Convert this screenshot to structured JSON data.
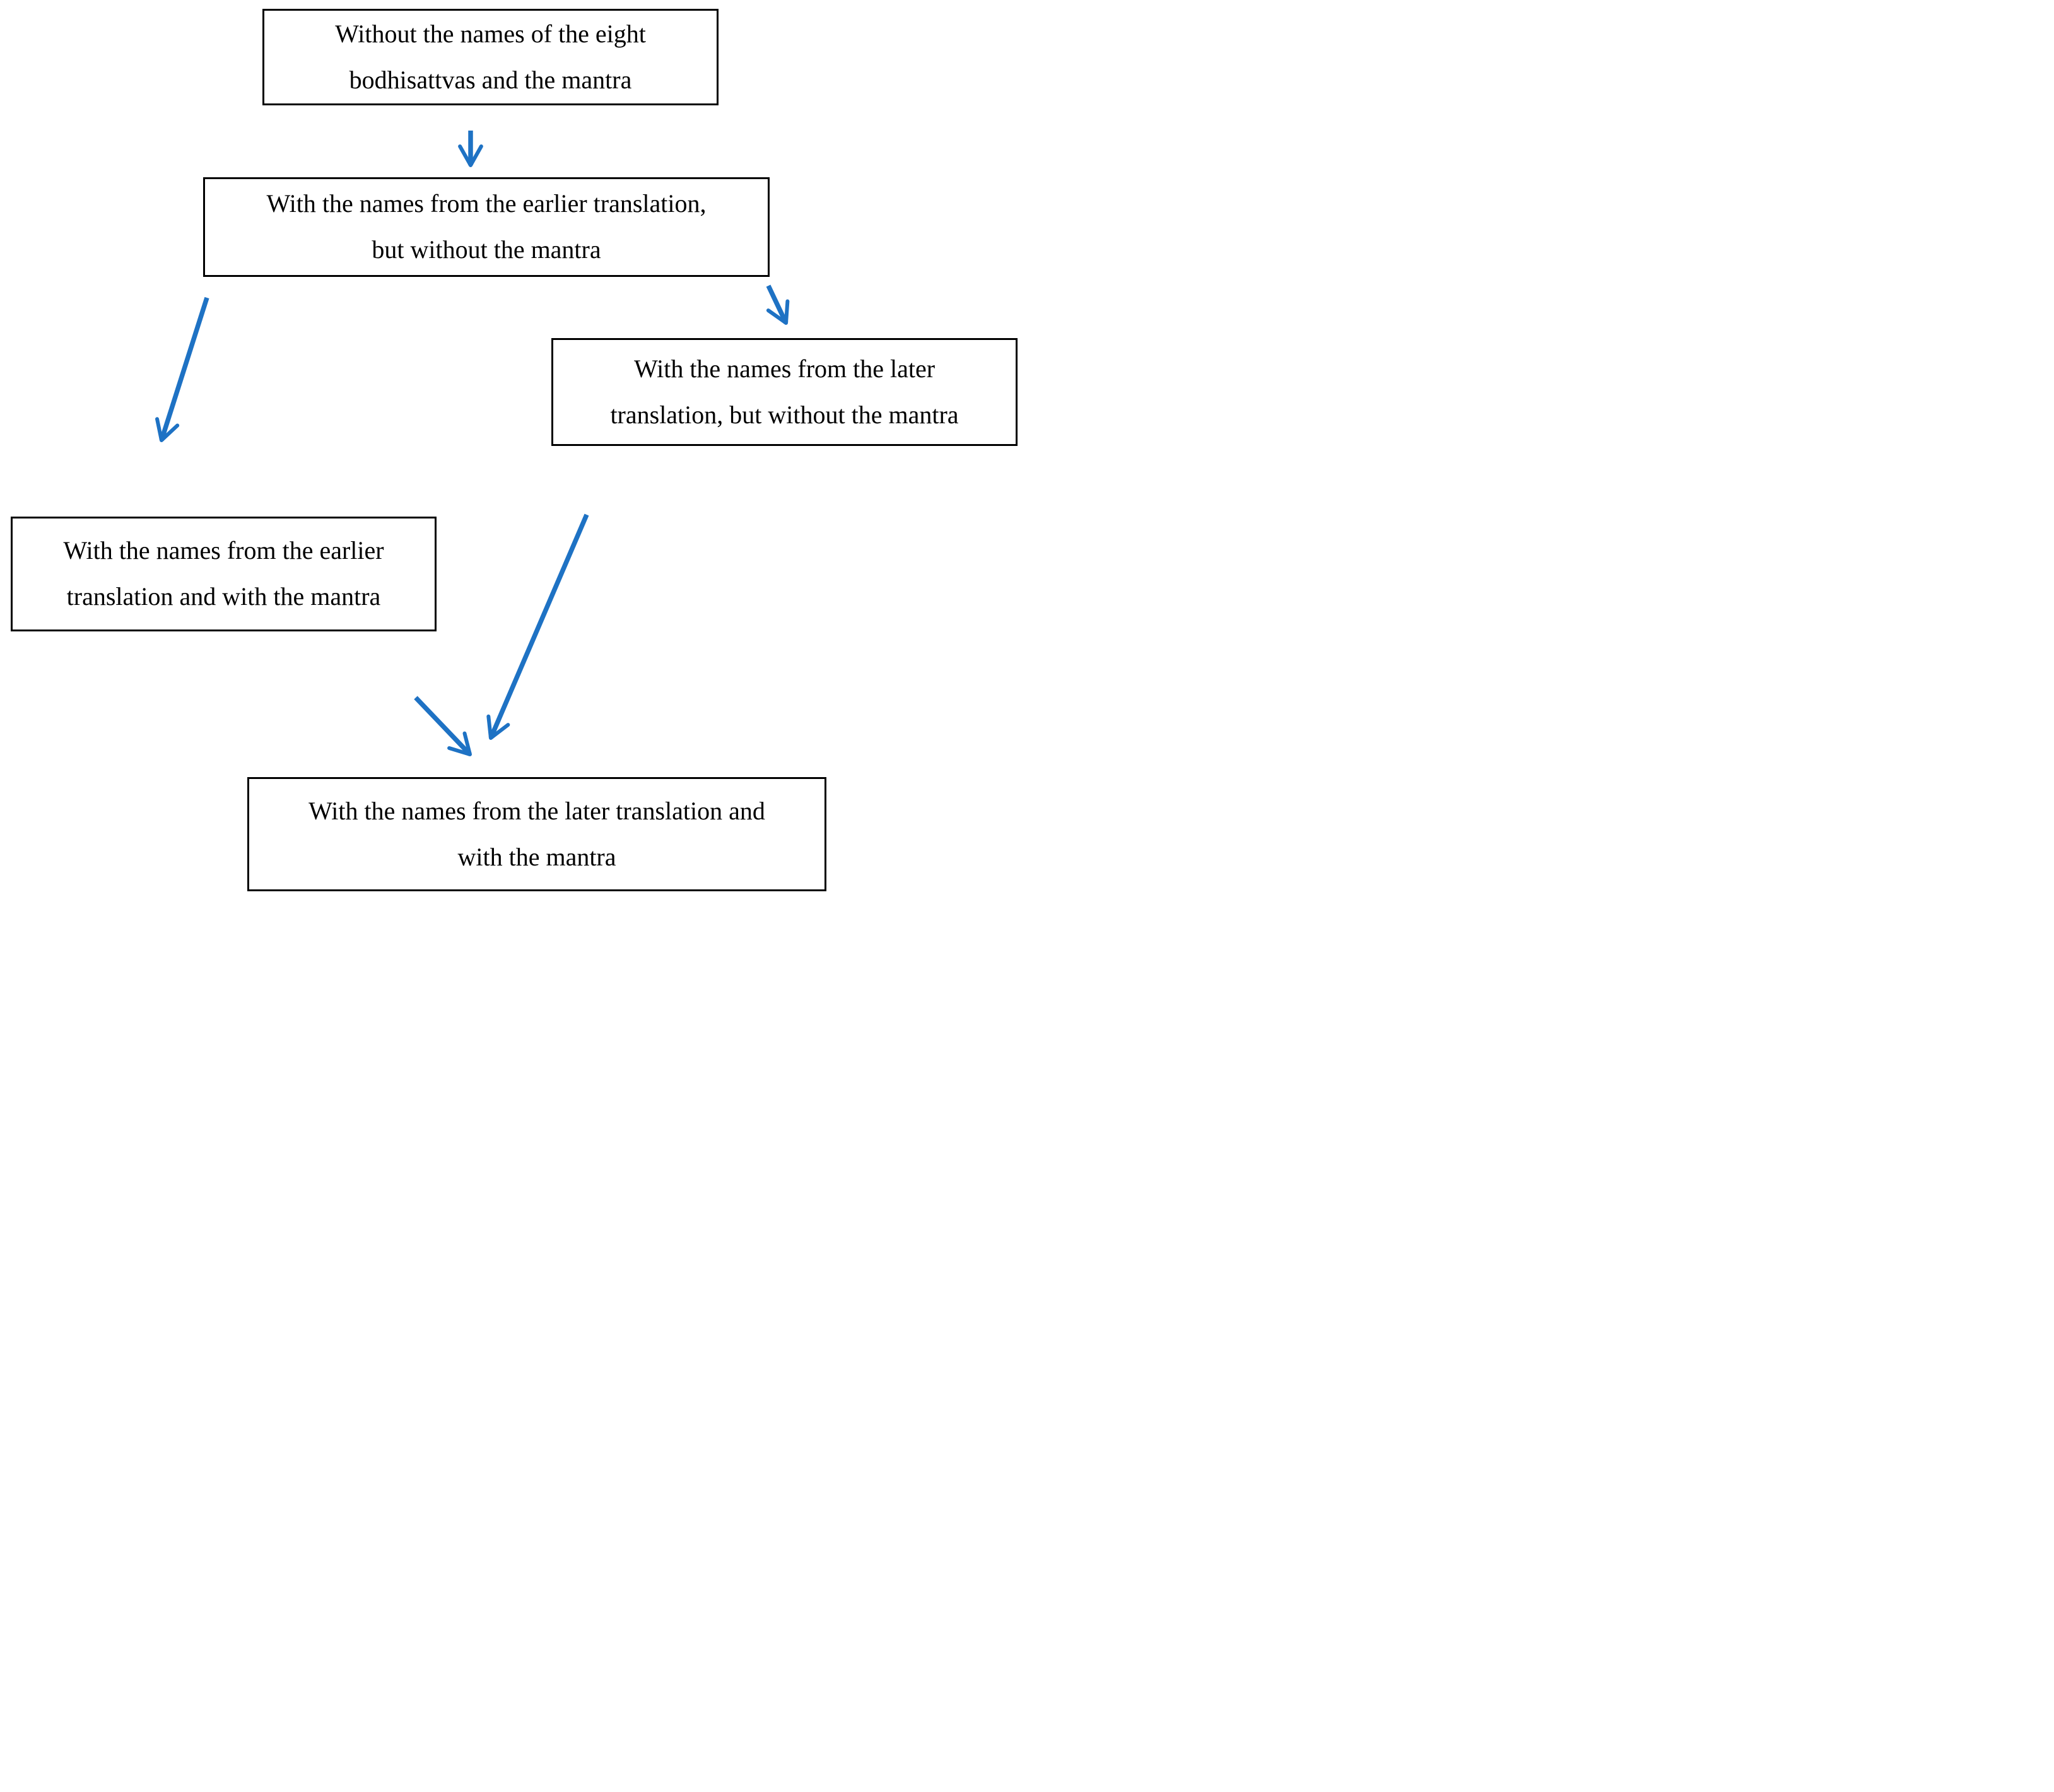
{
  "colors": {
    "arrow": "#1E72C4",
    "box_border": "#000000",
    "text": "#000000",
    "background": "#FFFFFF"
  },
  "boxes": [
    {
      "id": "no-names-no-mantra",
      "lines": [
        "Without the names of the eight",
        "bodhisattvas and the mantra"
      ]
    },
    {
      "id": "earlier-names-no-mantra",
      "lines": [
        "With the names from the earlier translation,",
        "but without the mantra"
      ]
    },
    {
      "id": "later-names-no-mantra",
      "lines": [
        "With the names from the later",
        "translation, but without the mantra"
      ]
    },
    {
      "id": "earlier-names-with-mantra",
      "lines": [
        "With the names from the earlier",
        "translation and with the mantra"
      ]
    },
    {
      "id": "later-names-with-mantra",
      "lines": [
        "With the names from the later translation and",
        "with the mantra"
      ]
    }
  ],
  "arrows": [
    {
      "from": "no-names-no-mantra",
      "to": "earlier-names-no-mantra"
    },
    {
      "from": "earlier-names-no-mantra",
      "to": "later-names-no-mantra"
    },
    {
      "from": "earlier-names-no-mantra",
      "to": "earlier-names-with-mantra"
    },
    {
      "from": "earlier-names-with-mantra",
      "to": "later-names-with-mantra"
    },
    {
      "from": "later-names-no-mantra",
      "to": "later-names-with-mantra"
    }
  ]
}
